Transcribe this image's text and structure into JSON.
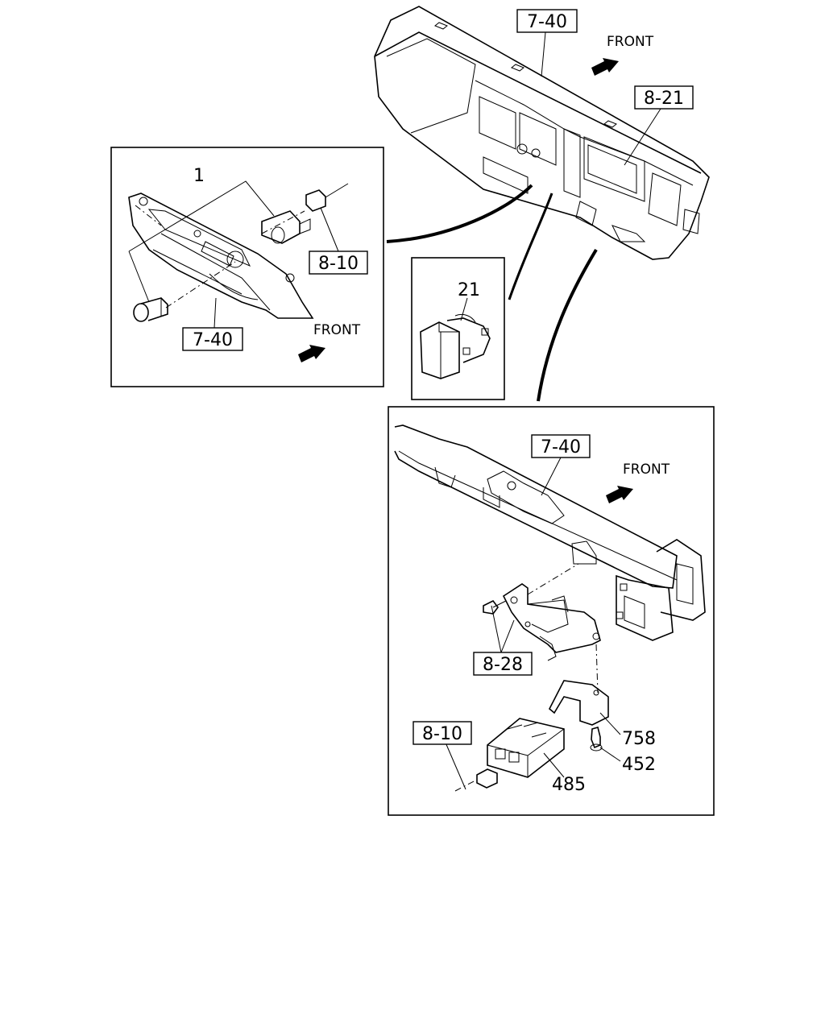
{
  "labels": {
    "ref_dash_top": "7-40",
    "ref_meter": "8-21",
    "ref_wire_left": "8-10",
    "ref_panel_left": "7-40",
    "ref_beam": "7-40",
    "ref_bracket": "8-28",
    "ref_wire_bottom": "8-10",
    "part_1": "1",
    "part_21": "21",
    "part_758": "758",
    "part_452": "452",
    "part_485": "485",
    "front_top": "FRONT",
    "front_left": "FRONT",
    "front_bottom": "FRONT"
  }
}
